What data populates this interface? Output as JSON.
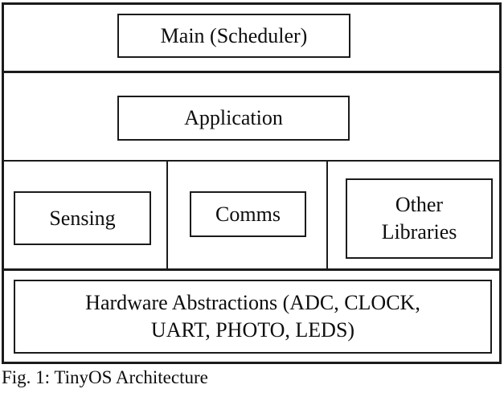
{
  "figure": {
    "caption": "Fig. 1: TinyOS Architecture",
    "blocks": {
      "main": {
        "label": "Main (Scheduler)"
      },
      "application": {
        "label": "Application"
      },
      "sensing": {
        "label": "Sensing"
      },
      "comms": {
        "label": "Comms"
      },
      "other_libraries": {
        "lines": [
          "Other",
          "Libraries"
        ]
      },
      "hardware": {
        "lines": [
          "Hardware Abstractions (ADC, CLOCK,",
          "UART, PHOTO, LEDS)"
        ]
      }
    },
    "colors": {
      "border": "#1b1b1b",
      "text": "#0d0d0d",
      "background": "#ffffff"
    }
  }
}
